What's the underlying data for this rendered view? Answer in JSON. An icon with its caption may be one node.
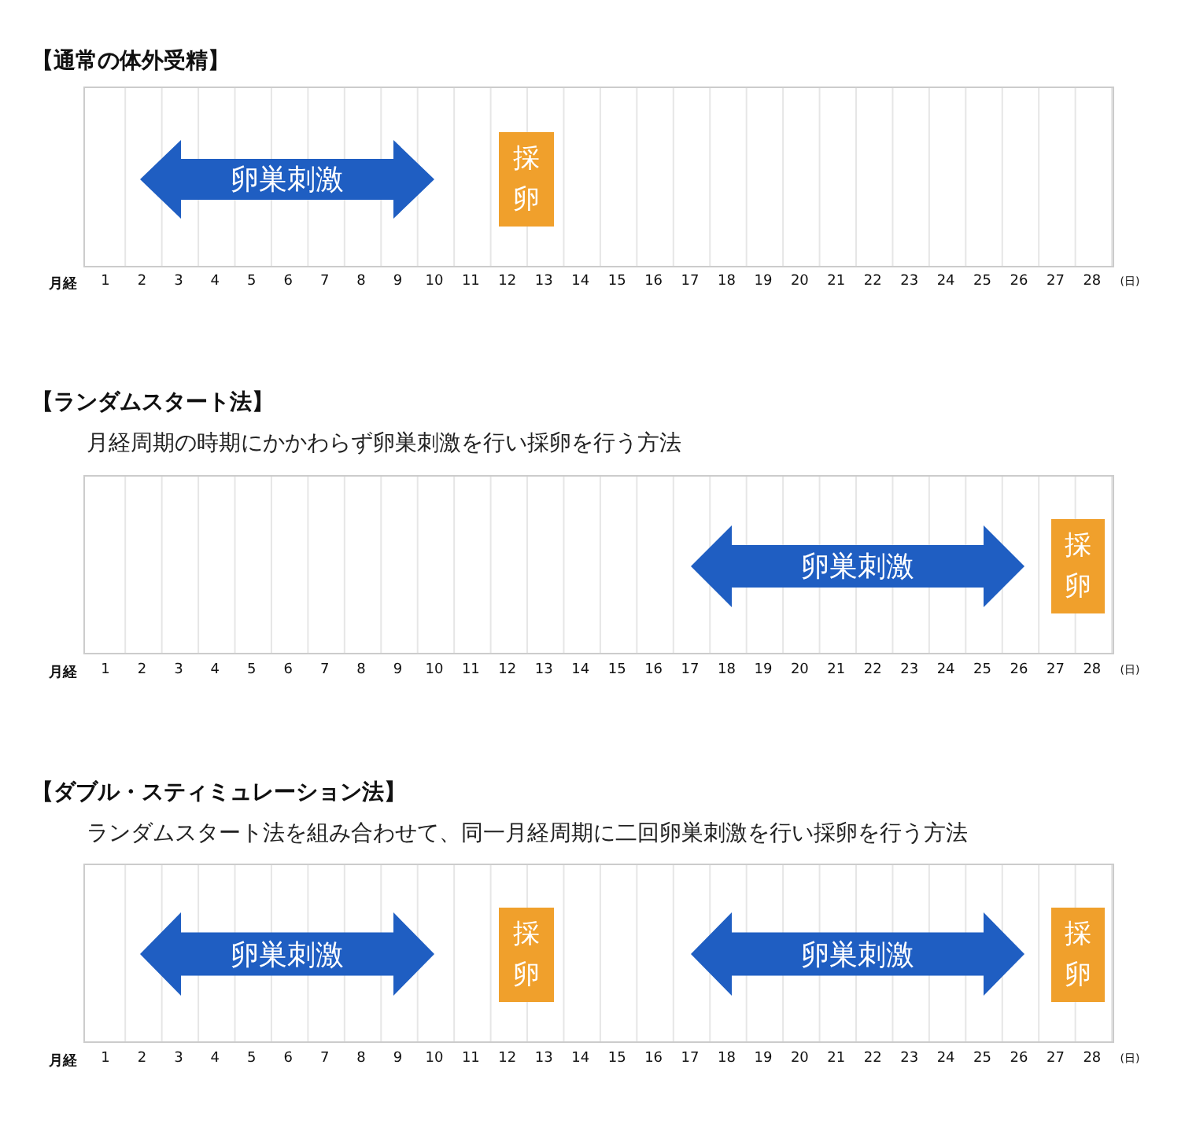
{
  "diagram": {
    "nodes": [
      {
        "text": [
          "【通常の体外受精】"
        ]
      },
      {
        "text": [
          "卵巣刺激"
        ],
        "in": 0
      },
      {
        "text": [
          "採卵"
        ],
        "in": 0
      },
      {
        "text": [
          "【ランダムスタート法】",
          "月経周期の時期にかかわらず卵巣刺激を行い採卵を行う方法"
        ]
      },
      {
        "text": [
          "卵巣刺激"
        ],
        "in": 3
      },
      {
        "text": [
          "採卵"
        ],
        "in": 3
      },
      {
        "text": [
          "【ダブル・スティミュレーション法】",
          "ランダムスタート法を組み合わせて、同一月経周期に二回卵巣刺激を行い採卵を行う方法"
        ]
      },
      {
        "text": [
          "卵巣刺激"
        ],
        "in": 6
      },
      {
        "text": [
          "採卵"
        ],
        "in": 6
      },
      {
        "text": [
          "卵巣刺激"
        ],
        "in": 6
      },
      {
        "text": [
          "採卵"
        ],
        "in": 6
      }
    ],
    "edges": [],
    "labels": [
      "月経",
      "1",
      "2",
      "3",
      "4",
      "5",
      "6",
      "7",
      "8",
      "9",
      "10",
      "11",
      "12",
      "13",
      "14",
      "15",
      "16",
      "17",
      "18",
      "19",
      "20",
      "21",
      "22",
      "23",
      "24",
      "25",
      "26",
      "27",
      "28",
      "(日)",
      "月経",
      "1",
      "2",
      "3",
      "4",
      "5",
      "6",
      "7",
      "8",
      "9",
      "10",
      "11",
      "12",
      "13",
      "14",
      "15",
      "16",
      "17",
      "18",
      "19",
      "20",
      "21",
      "22",
      "23",
      "24",
      "25",
      "26",
      "27",
      "28",
      "(日)",
      "月経",
      "1",
      "2",
      "3",
      "4",
      "5",
      "6",
      "7",
      "8",
      "9",
      "10",
      "11",
      "12",
      "13",
      "14",
      "15",
      "16",
      "17",
      "18",
      "19",
      "20",
      "21",
      "22",
      "23",
      "24",
      "25",
      "26",
      "27",
      "28",
      "(日)"
    ]
  }
}
